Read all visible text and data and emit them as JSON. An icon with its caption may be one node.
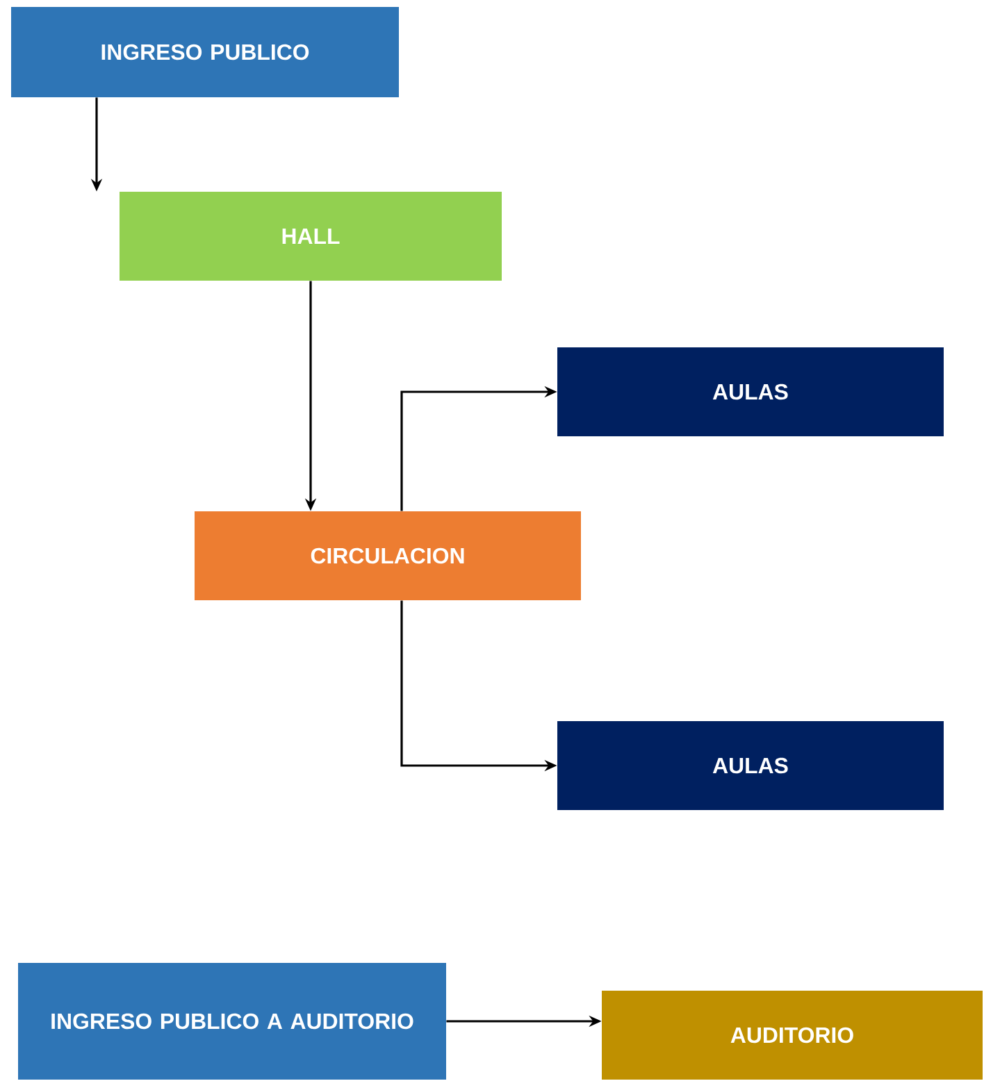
{
  "diagram": {
    "nodes": [
      {
        "text": [
          "INGRESO PUBLICO"
        ]
      },
      {
        "text": [
          "HALL"
        ]
      },
      {
        "text": [
          "AULAS"
        ]
      },
      {
        "text": [
          "CIRCULACION"
        ]
      },
      {
        "text": [
          "AULAS"
        ]
      },
      {
        "text": [
          "INGRESO PUBLICO A AUDITORIO"
        ]
      },
      {
        "text": [
          "AUDITORIO"
        ]
      }
    ],
    "edges": [
      {
        "from": 0,
        "to": 1,
        "arrow": "to"
      },
      {
        "from": 1,
        "to": 3,
        "arrow": "to"
      },
      {
        "from": 3,
        "to": 2,
        "arrow": "to"
      },
      {
        "from": 3,
        "to": 4,
        "arrow": "to"
      },
      {
        "from": 5,
        "to": 6,
        "arrow": "to"
      }
    ]
  }
}
